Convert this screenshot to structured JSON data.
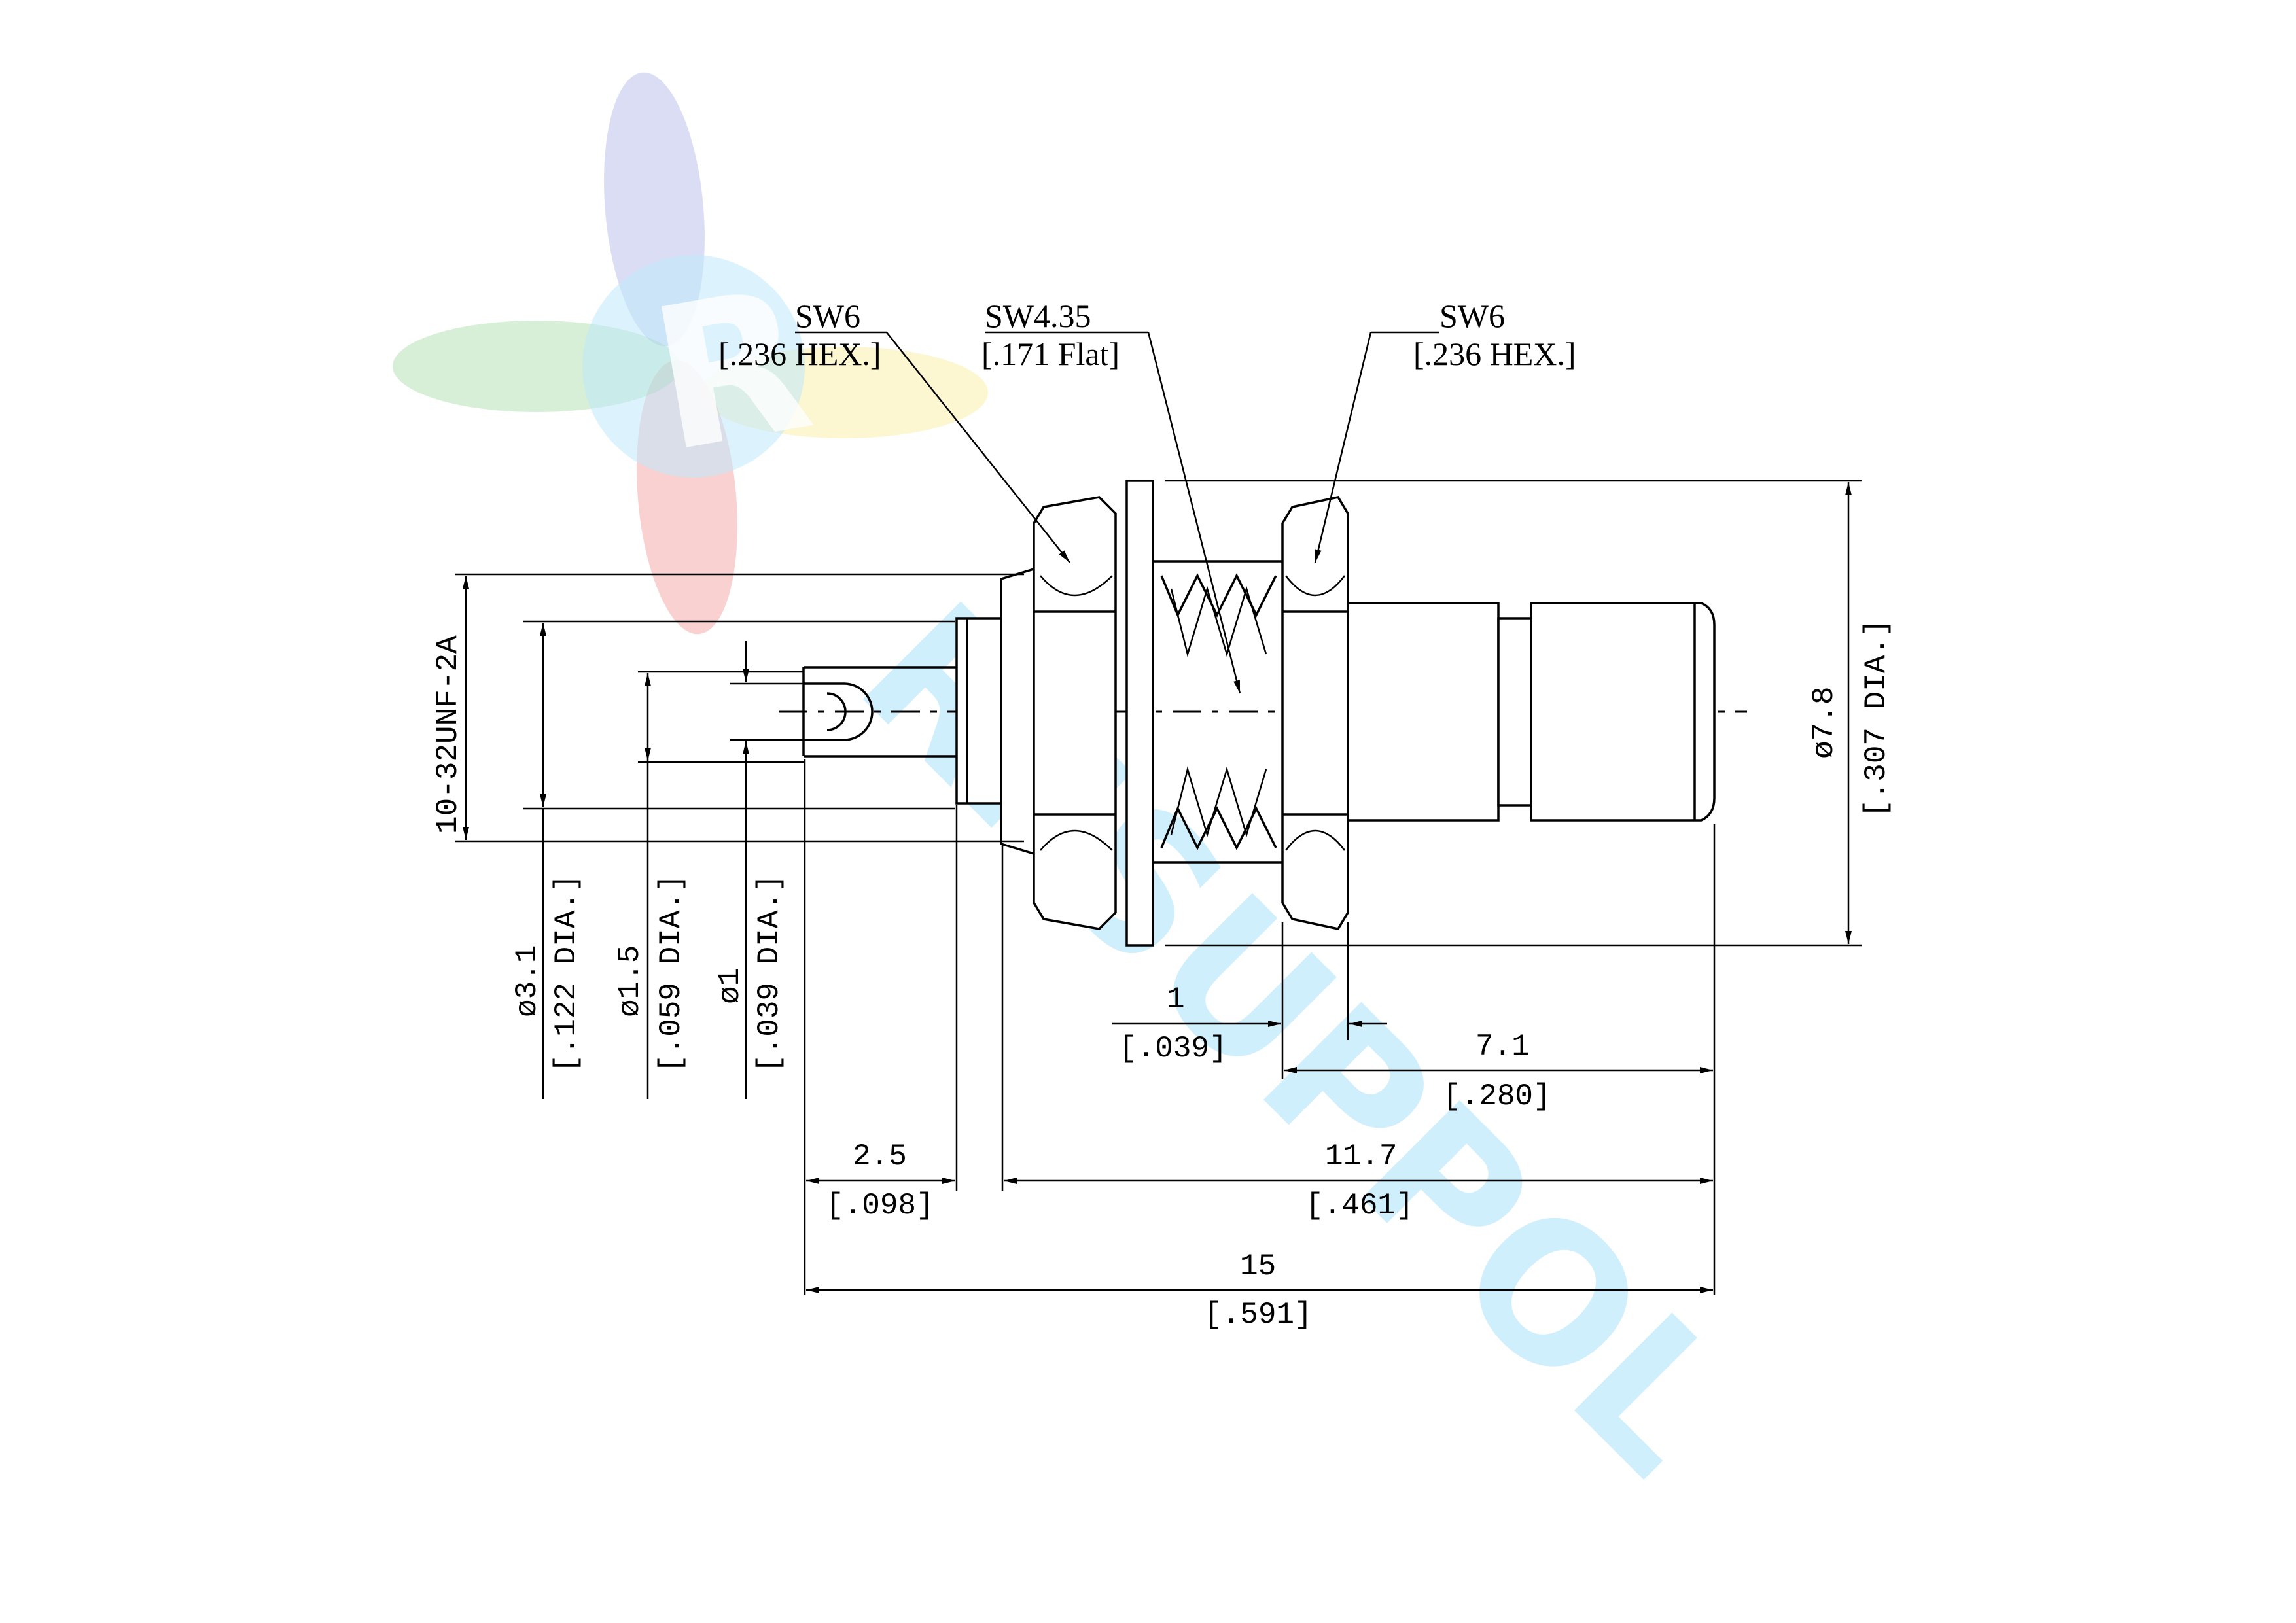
{
  "watermark": {
    "logo_text": "R",
    "brand": "RFSUPPOL",
    "colors": {
      "blue": "#6f7fd0",
      "red": "#e04a4a",
      "yellow": "#f3e05a",
      "green": "#6cc46c",
      "cyan": "#bfe9fb"
    }
  },
  "callouts": [
    {
      "id": "hex-left",
      "line1": "SW6",
      "line2": "[.236 HEX.]"
    },
    {
      "id": "flat-mid",
      "line1": "SW4.35",
      "line2": "[.171 Flat]"
    },
    {
      "id": "hex-right",
      "line1": "SW6",
      "line2": "[.236 HEX.]"
    }
  ],
  "dimensions": {
    "thread": "10-32UNF-2A",
    "dia_3_1": {
      "metric": "ø3.1",
      "imperial": "[.122 DIA.]"
    },
    "dia_1_5": {
      "metric": "ø1.5",
      "imperial": "[.059 DIA.]"
    },
    "dia_1": {
      "metric": "ø1",
      "imperial": "[.039 DIA.]"
    },
    "dia_7_8": {
      "metric": "ø7.8",
      "imperial": "[.307 DIA.]"
    },
    "len_1": {
      "metric": "1",
      "imperial": "[.039]"
    },
    "len_7_1": {
      "metric": "7.1",
      "imperial": "[.280]"
    },
    "len_2_5": {
      "metric": "2.5",
      "imperial": "[.098]"
    },
    "len_11_7": {
      "metric": "11.7",
      "imperial": "[.461]"
    },
    "len_15": {
      "metric": "15",
      "imperial": "[.591]"
    }
  }
}
